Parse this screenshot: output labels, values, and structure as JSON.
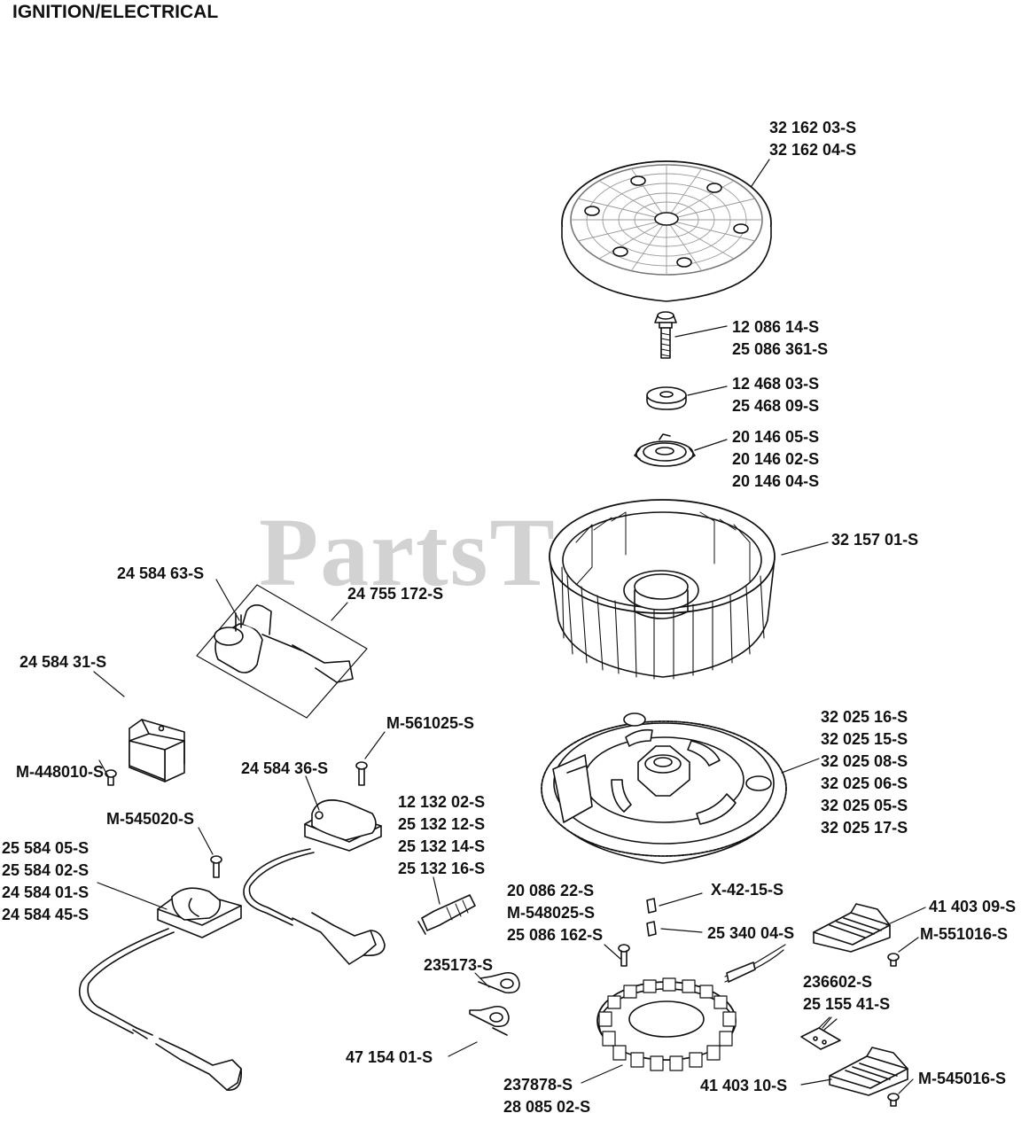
{
  "title": "IGNITION/ELECTRICAL",
  "watermark": {
    "text": "PartsTree",
    "mark": "™"
  },
  "labels": {
    "screen": [
      "32 162 03-S",
      "32 162 04-S"
    ],
    "screw": [
      "12 086 14-S",
      "25 086 361-S"
    ],
    "washer": [
      "12 468 03-S",
      "25 468 09-S"
    ],
    "retainer": [
      "20 146 05-S",
      "20 146 02-S",
      "20 146 04-S"
    ],
    "fan": [
      "32 157 01-S"
    ],
    "flywheel": [
      "32 025 16-S",
      "32 025 15-S",
      "32 025 08-S",
      "32 025 06-S",
      "32 025 05-S",
      "32 025 17-S"
    ],
    "coil_kit": [
      "24 584 63-S"
    ],
    "kit_box": [
      "24 755 172-S"
    ],
    "module": [
      "24 584 31-S"
    ],
    "module_screw": [
      "M-448010-S"
    ],
    "coil_screw_right": [
      "M-561025-S"
    ],
    "coil_right": [
      "24 584 36-S"
    ],
    "coil_screw_left": [
      "M-545020-S"
    ],
    "coil_left": [
      "25 584 05-S",
      "25 584 02-S",
      "24 584 01-S",
      "24 584 45-S"
    ],
    "spark_plug": [
      "12 132 02-S",
      "25 132 12-S",
      "25 132 14-S",
      "25 132 16-S"
    ],
    "stator_screw": [
      "20 086 22-S",
      "M-548025-S",
      "25 086 162-S"
    ],
    "key": [
      "X-42-15-S"
    ],
    "key2": [
      "25 340 04-S"
    ],
    "clip_top": [
      "235173-S"
    ],
    "clip_bottom": [
      "47 154 01-S"
    ],
    "stator": [
      "237878-S",
      "28 085 02-S"
    ],
    "rectifier_top": [
      "41 403 09-S"
    ],
    "rectifier_screw_top": [
      "M-551016-S"
    ],
    "rectifier_bracket": [
      "236602-S",
      "25 155 41-S"
    ],
    "rectifier_bottom": [
      "41 403 10-S"
    ],
    "rectifier_screw_bottom": [
      "M-545016-S"
    ]
  }
}
